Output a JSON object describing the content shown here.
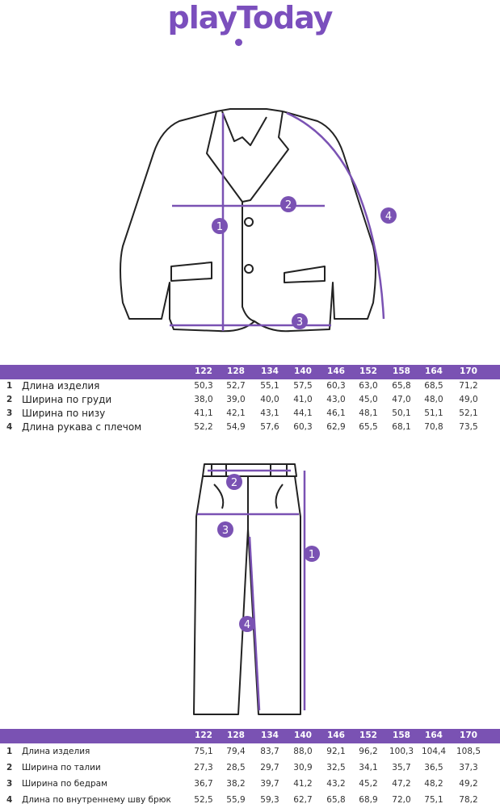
{
  "brand": {
    "logo_text": "playToday",
    "accent_color": "#7a52b3"
  },
  "sizes": [
    "122",
    "128",
    "134",
    "140",
    "146",
    "152",
    "158",
    "164",
    "170"
  ],
  "jacket": {
    "markers": [
      "1",
      "2",
      "3",
      "4"
    ],
    "rows": [
      {
        "num": "1",
        "label": "Длина изделия",
        "values": [
          "50,3",
          "52,7",
          "55,1",
          "57,5",
          "60,3",
          "63,0",
          "65,8",
          "68,5",
          "71,2"
        ]
      },
      {
        "num": "2",
        "label": "Ширина по груди",
        "values": [
          "38,0",
          "39,0",
          "40,0",
          "41,0",
          "43,0",
          "45,0",
          "47,0",
          "48,0",
          "49,0"
        ]
      },
      {
        "num": "3",
        "label": "Ширина по низу",
        "values": [
          "41,1",
          "42,1",
          "43,1",
          "44,1",
          "46,1",
          "48,1",
          "50,1",
          "51,1",
          "52,1"
        ]
      },
      {
        "num": "4",
        "label": "Длина рукава с плечом",
        "values": [
          "52,2",
          "54,9",
          "57,6",
          "60,3",
          "62,9",
          "65,5",
          "68,1",
          "70,8",
          "73,5"
        ]
      }
    ]
  },
  "pants": {
    "markers": [
      "1",
      "2",
      "3",
      "4"
    ],
    "rows": [
      {
        "num": "1",
        "label": "Длина изделия",
        "values": [
          "75,1",
          "79,4",
          "83,7",
          "88,0",
          "92,1",
          "96,2",
          "100,3",
          "104,4",
          "108,5"
        ]
      },
      {
        "num": "2",
        "label": "Ширина по талии",
        "values": [
          "27,3",
          "28,5",
          "29,7",
          "30,9",
          "32,5",
          "34,1",
          "35,7",
          "36,5",
          "37,3"
        ]
      },
      {
        "num": "3",
        "label": "Ширина по бедрам",
        "values": [
          "36,7",
          "38,2",
          "39,7",
          "41,2",
          "43,2",
          "45,2",
          "47,2",
          "48,2",
          "49,2"
        ]
      },
      {
        "num": "4",
        "label": "Длина по внутреннему шву брюк",
        "values": [
          "52,5",
          "55,9",
          "59,3",
          "62,7",
          "65,8",
          "68,9",
          "72,0",
          "75,1",
          "78,2"
        ]
      }
    ]
  }
}
